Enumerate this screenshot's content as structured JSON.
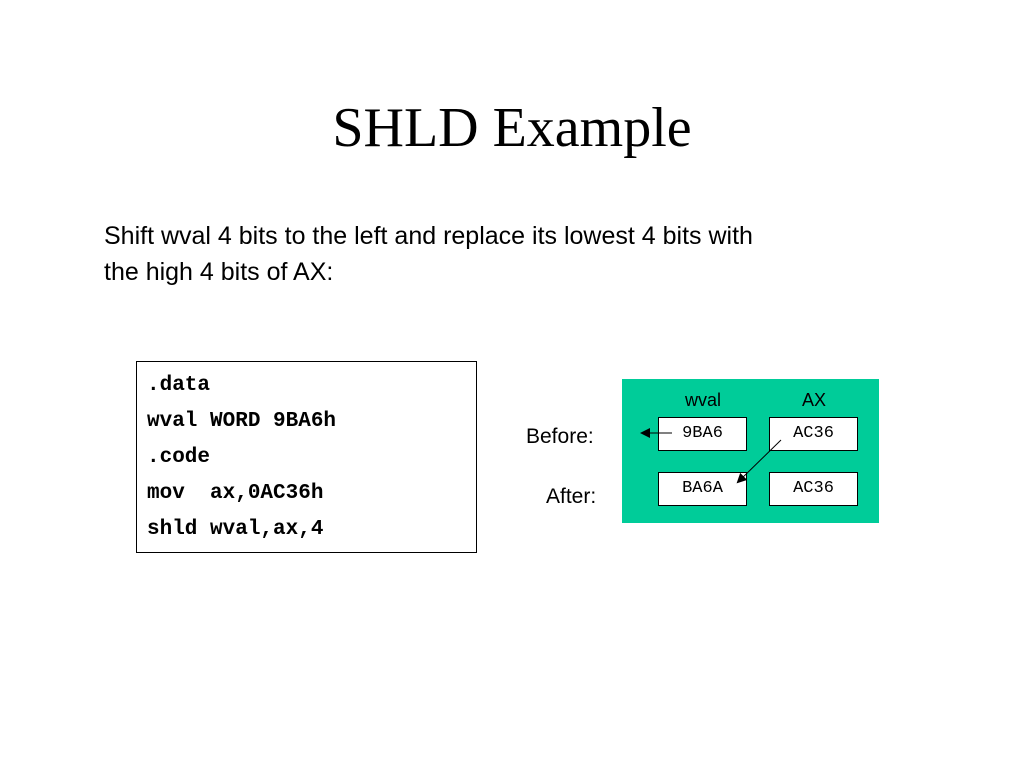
{
  "slide": {
    "title": "SHLD Example",
    "intro_line1": "Shift wval 4 bits to the left and replace its lowest 4 bits with",
    "intro_line2": "the high 4 bits of AX:"
  },
  "code": {
    "lines": [
      ".data",
      "wval WORD 9BA6h",
      ".code",
      "mov  ax,0AC36h",
      "shld wval,ax,4"
    ]
  },
  "diagram": {
    "panel_color": "#00cc99",
    "row_labels": {
      "before": "Before:",
      "after": "After:"
    },
    "column_headers": {
      "wval": "wval",
      "ax": "AX"
    },
    "before": {
      "wval": "9BA6",
      "ax": "AC36"
    },
    "after": {
      "wval": "BA6A",
      "ax": "AC36"
    }
  }
}
